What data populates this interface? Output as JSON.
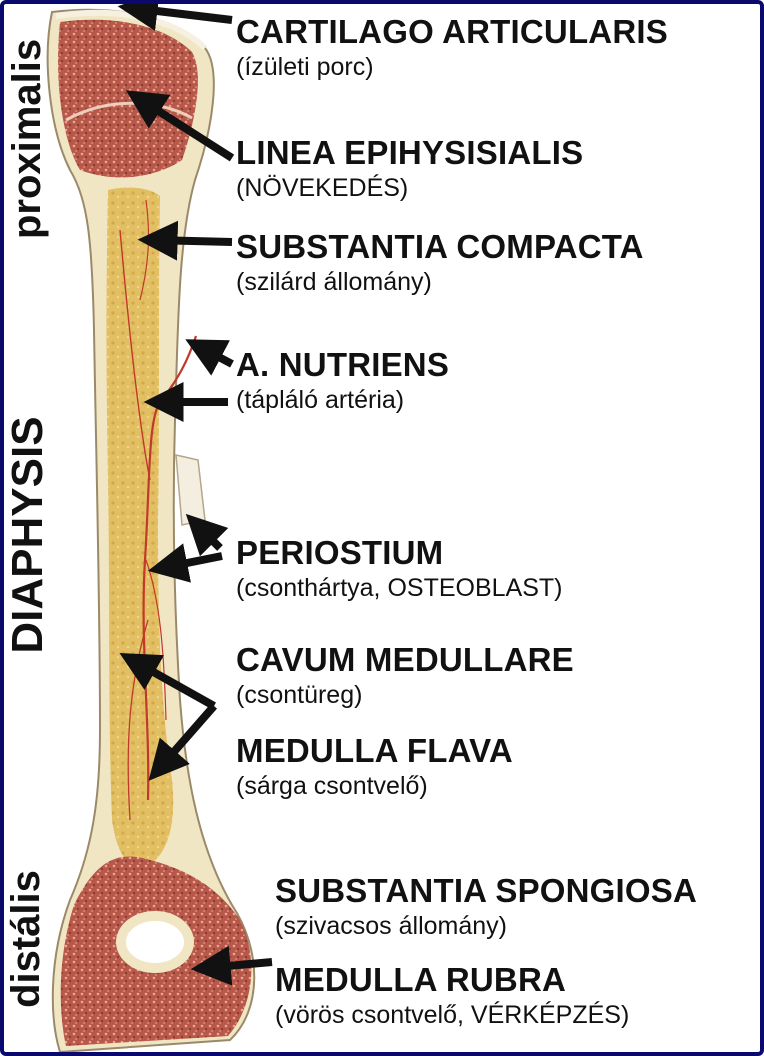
{
  "regions": {
    "proximal": "proximalis",
    "diaphysis": "DIAPHYSIS",
    "distal": "distális"
  },
  "labels": [
    {
      "title": "CARTILAGO ARTICULARIS",
      "subtitle": "(ízületi porc)"
    },
    {
      "title": "LINEA EPIHYSISIALIS",
      "subtitle": "(NÖVEKEDÉS)"
    },
    {
      "title": "SUBSTANTIA COMPACTA",
      "subtitle": "(szilárd állomány)"
    },
    {
      "title": "A. NUTRIENS",
      "subtitle": "(tápláló artéria)"
    },
    {
      "title": "PERIOSTIUM",
      "subtitle": "(csonthártya, OSTEOBLAST)"
    },
    {
      "title": "CAVUM MEDULLARE",
      "subtitle": "(csontüreg)"
    },
    {
      "title": "MEDULLA FLAVA",
      "subtitle": "(sárga csontvelő)"
    },
    {
      "title": "SUBSTANTIA SPONGIOSA",
      "subtitle": "(szivacsos állomány)"
    },
    {
      "title": "MEDULLA RUBRA",
      "subtitle": "(vörös csontvelő, VÉRKÉPZÉS)"
    }
  ],
  "colors": {
    "frame": "#0a0a6e",
    "arrow": "#111111",
    "spongy_bone": "#b8584a",
    "yellow_marrow": "#e2bf62",
    "compact_bone": "#f1e6c4",
    "artery": "#c0392b"
  }
}
